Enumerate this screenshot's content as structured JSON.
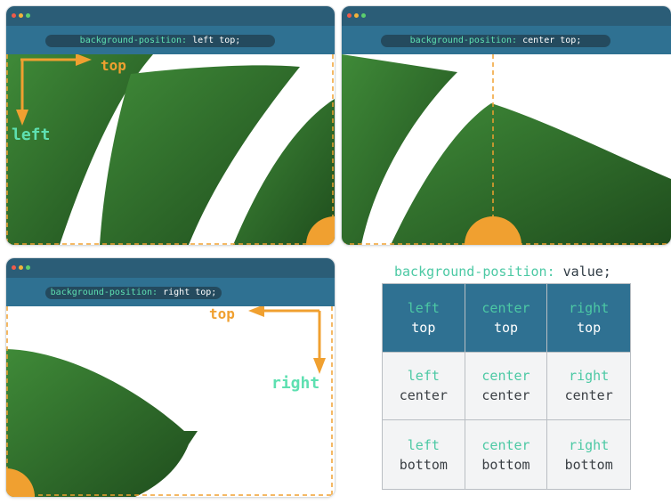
{
  "windows": [
    {
      "property": "background-position:",
      "value": "left top;",
      "labels": [
        "top",
        "left"
      ]
    },
    {
      "property": "background-position:",
      "value": "center top;",
      "labels": []
    },
    {
      "property": "background-position:",
      "value": "right top;",
      "labels": [
        "top",
        "right"
      ]
    }
  ],
  "table": {
    "title_property": "background-position:",
    "title_value": "value;",
    "rows": [
      [
        {
          "h": "left",
          "v": "top"
        },
        {
          "h": "center",
          "v": "top"
        },
        {
          "h": "right",
          "v": "top"
        }
      ],
      [
        {
          "h": "left",
          "v": "center"
        },
        {
          "h": "center",
          "v": "center"
        },
        {
          "h": "right",
          "v": "center"
        }
      ],
      [
        {
          "h": "left",
          "v": "bottom"
        },
        {
          "h": "center",
          "v": "bottom"
        },
        {
          "h": "right",
          "v": "bottom"
        }
      ]
    ]
  },
  "colors": {
    "titlebar": "#2b5d77",
    "urlbar": "#2f7192",
    "accent_orange": "#f0a030",
    "accent_mint": "#5ee0b1",
    "leaf": "#2e6b2a"
  }
}
